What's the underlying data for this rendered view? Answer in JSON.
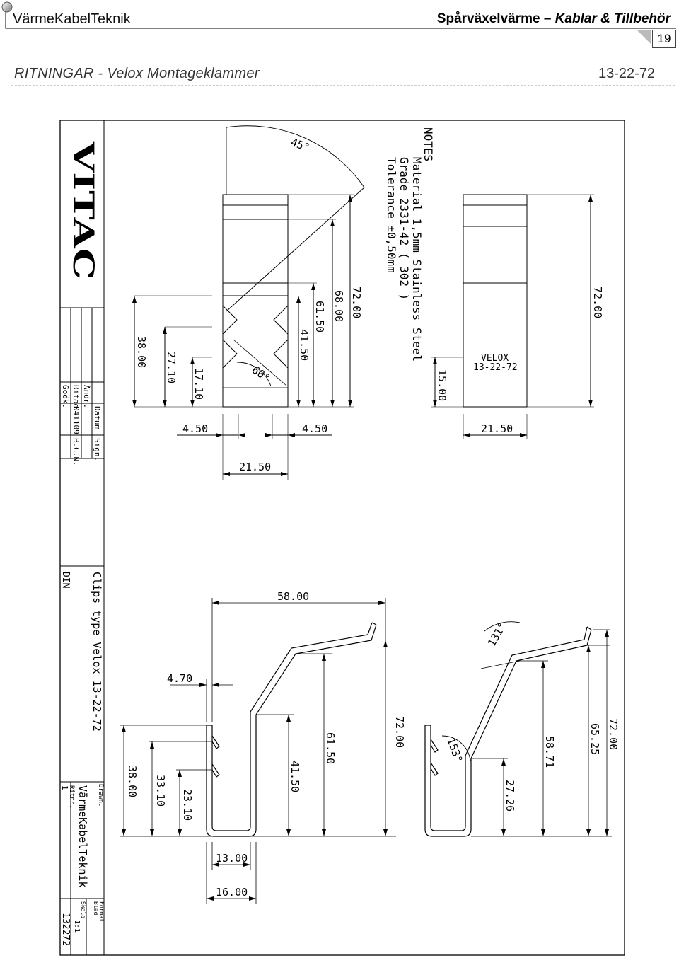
{
  "header": {
    "brand": "VärmeKabelTeknik",
    "topic_main": "Spårväxelvärme",
    "topic_dash": " – ",
    "topic_italic": "Kablar & Tillbehör",
    "page_number": "19"
  },
  "document": {
    "title": "RITNINGAR - Velox Montageklammer",
    "code": "13-22-72"
  },
  "drawing": {
    "logo_text": "VITAC",
    "notes": {
      "heading": "NOTES",
      "line1": "Material 1,5mm Stainless Steel",
      "line2": "Grade 2331-42 ( 302 )",
      "line3": "Tolerance ±0,50mm"
    },
    "part_label_1": "VELOX",
    "part_label_2": "13-22-72",
    "revision_table": {
      "col_andr": "Ändr.",
      "col_datum": "Datum",
      "col_sign": "Sign.",
      "row_ritad_label": "Ritad",
      "row_ritad_date": "041109",
      "row_ritad_sign": "B.G.N.",
      "row_godk_label": "Godk."
    },
    "title_block": {
      "description": "Clips type Velox 13-22-72",
      "standard": "DIN",
      "drawn_by_label": "Drawn.",
      "company": "VärmeKabelTeknik",
      "ritnr_label": "Ritnr.",
      "ritnr_value": "1",
      "format_label": "Format",
      "format_bl": "Blad",
      "skala_label": "Skala",
      "skala_value": "1:1",
      "number": "132272"
    },
    "dims": {
      "a45": "45°",
      "a60": "60°",
      "d72_top": "72.00",
      "d68": "68.00",
      "d6150_top": "61.50",
      "d4150_top": "41.50",
      "d38_top": "38.00",
      "d2710": "27.10",
      "d1710": "17.10",
      "d450_l": "4.50",
      "d450_r": "4.50",
      "d2150_l": "21.50",
      "d15": "15.00",
      "d72_side": "72.00",
      "d2150_r": "21.50",
      "d58": "58.00",
      "d470": "4.70",
      "d72_bl": "72.00",
      "d6150_bl": "61.50",
      "d4150_bl": "41.50",
      "d38_bl": "38.00",
      "d3310": "33.10",
      "d2310": "23.10",
      "d13": "13.00",
      "d16": "16.00",
      "a131": "131°",
      "a153": "153°",
      "d72_br": "72.00",
      "d6525": "65.25",
      "d5871": "58.71",
      "d2726": "27.26"
    }
  }
}
